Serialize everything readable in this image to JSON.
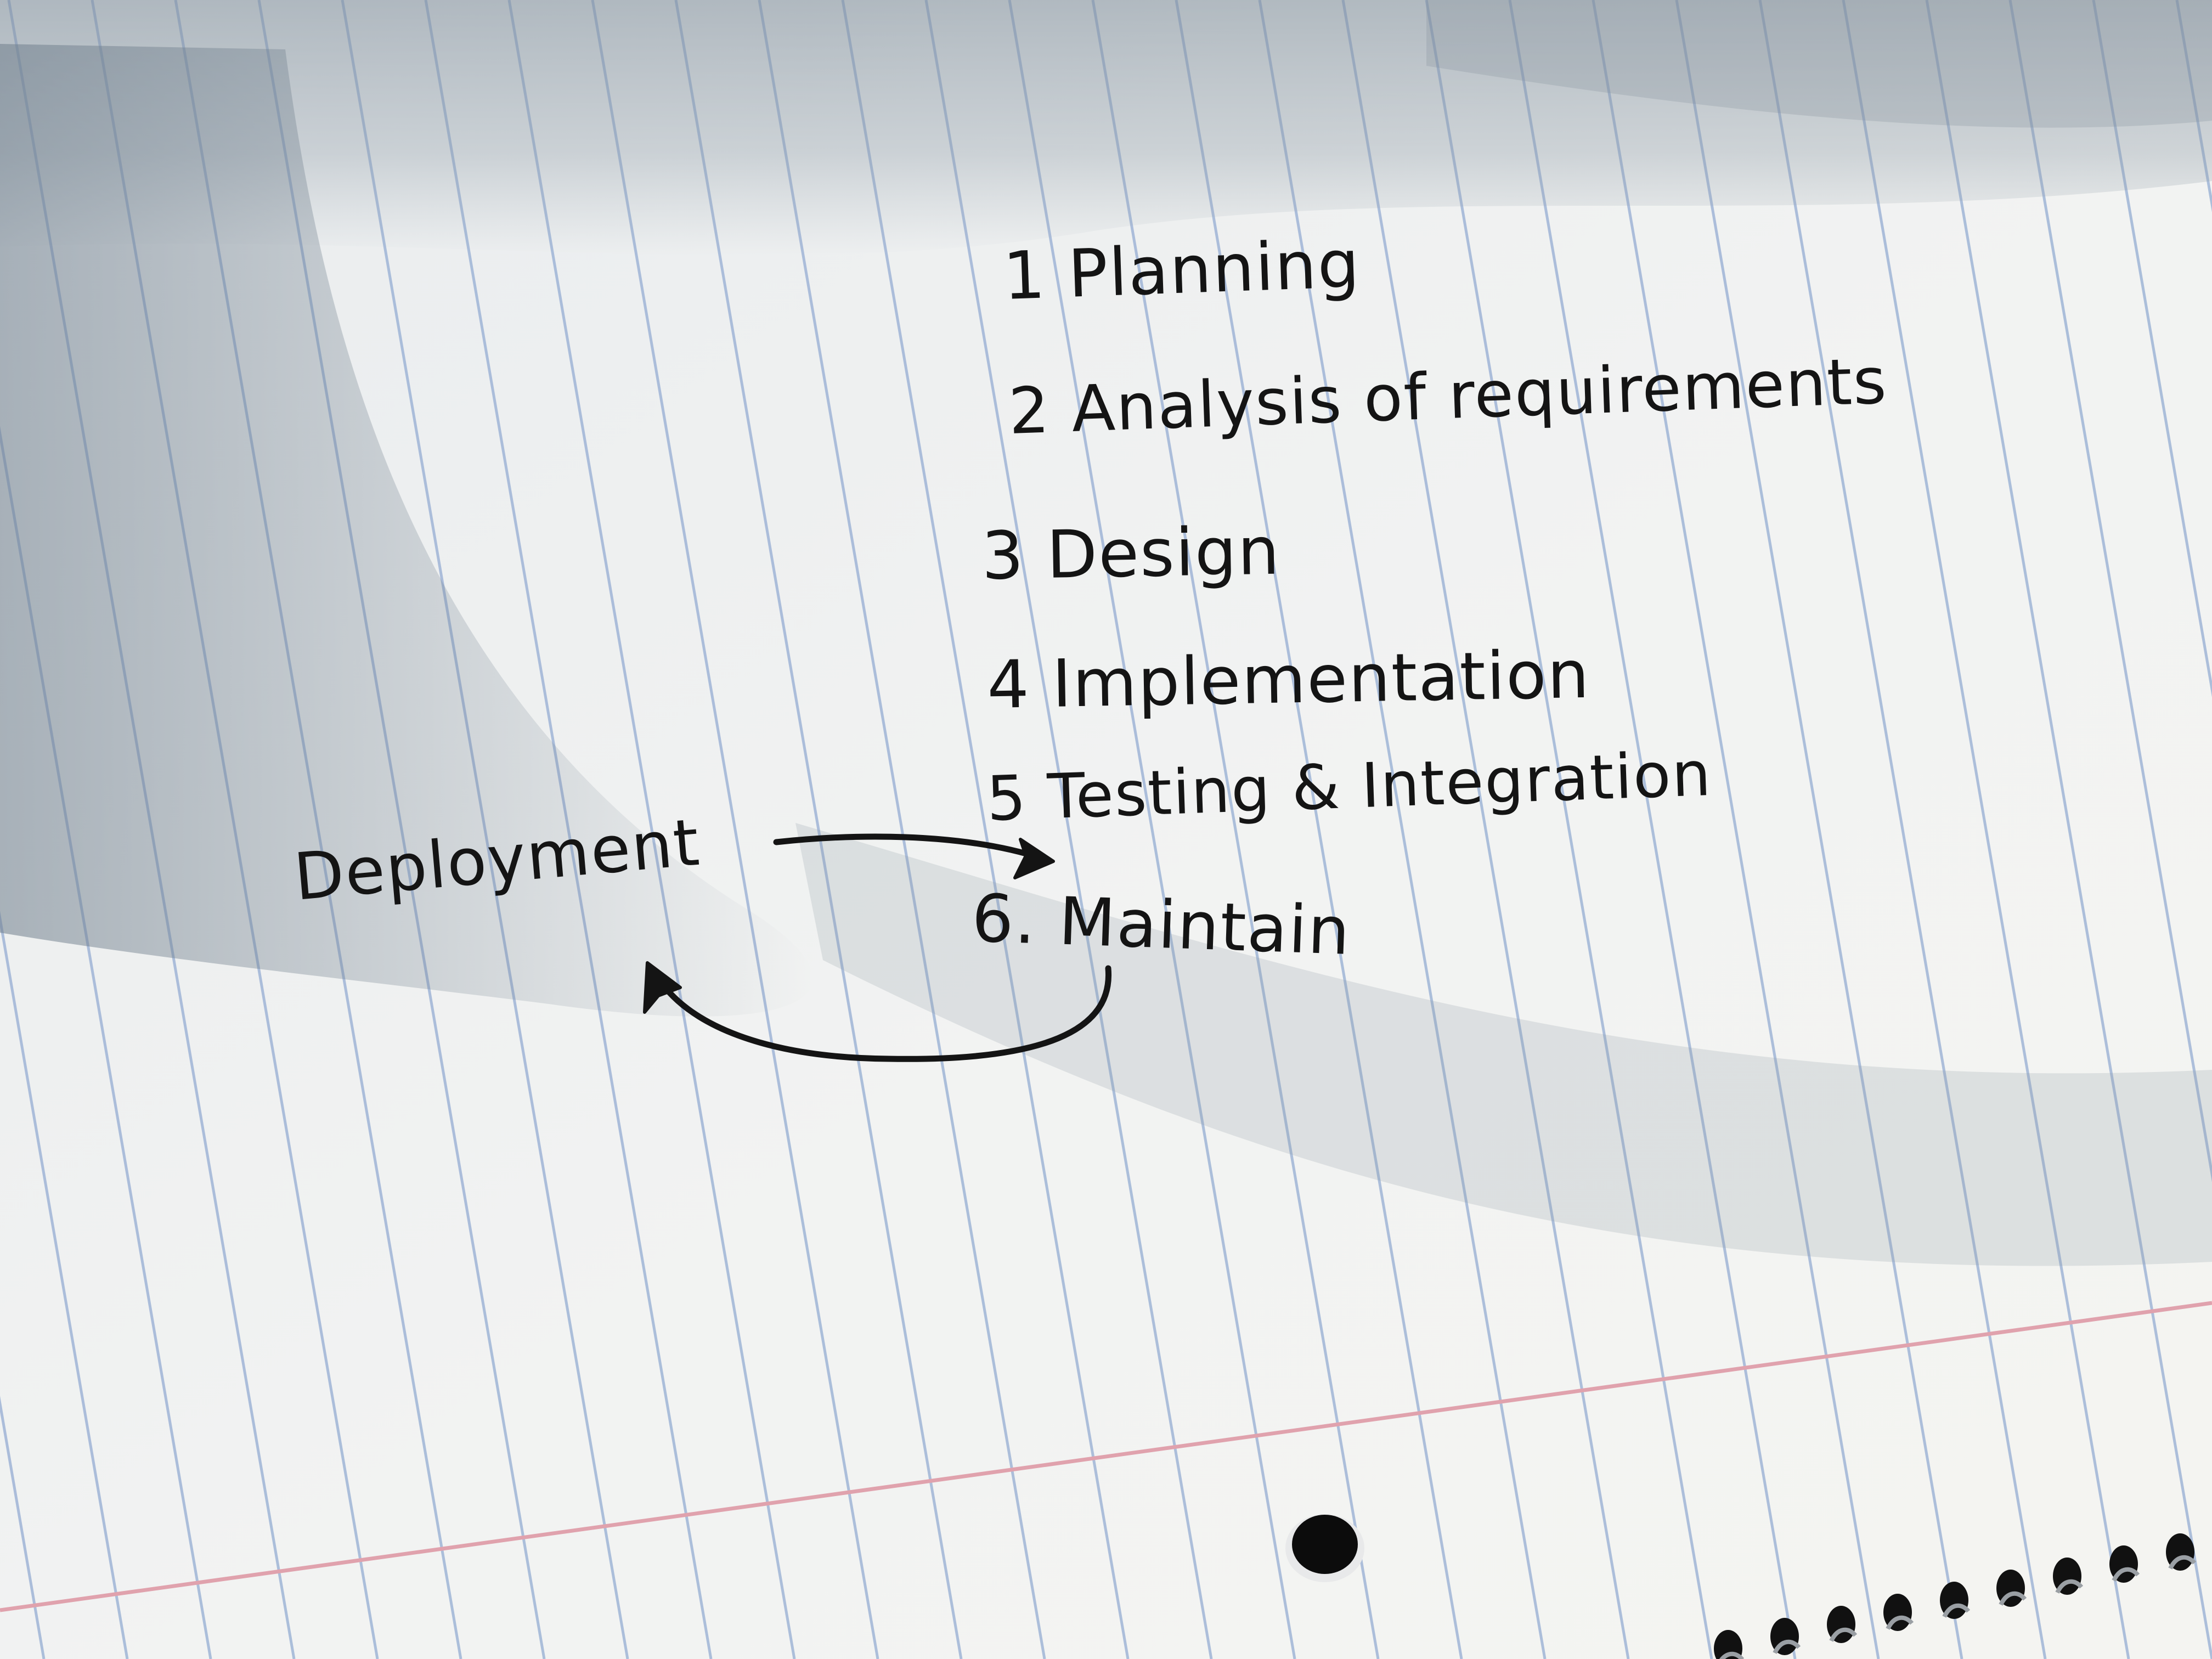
{
  "notes": {
    "steps": [
      "1 Planning",
      "2 Analysis of requirements",
      "3 Design",
      "4 Implementation",
      "5 Testing & Integration",
      "6. Maintain"
    ],
    "side_label": "Deployment"
  },
  "colors": {
    "ink": "#141414",
    "rule_blue": "#9fb4d6",
    "margin_red": "#e0a2ad",
    "paper": "#f3f4f2",
    "shadow": "#b9c1c8"
  },
  "objects": {
    "page": "lined-notebook-paper",
    "binding": "spiral-coil",
    "hole": "punched-hole",
    "arrows": [
      "arrow-deployment-to-maintain",
      "arrow-maintain-to-deployment"
    ]
  }
}
